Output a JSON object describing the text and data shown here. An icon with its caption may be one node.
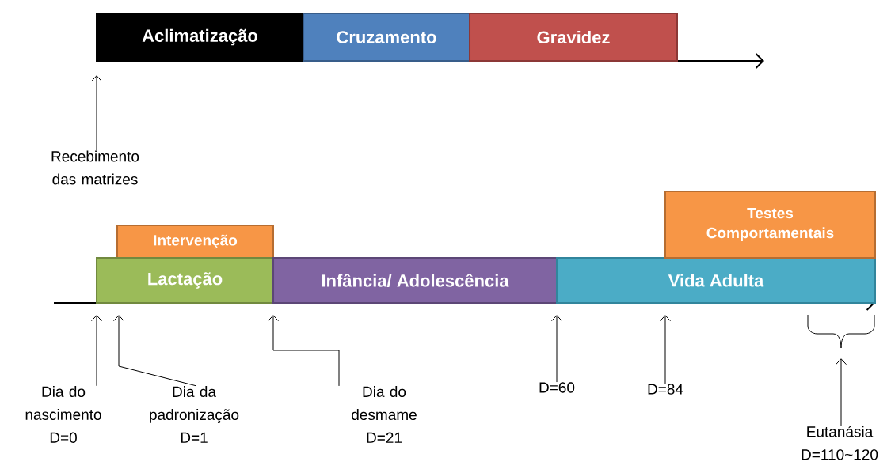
{
  "diagram": {
    "nodes": [
      {
        "text": [
          "Aclimatização"
        ]
      },
      {
        "text": [
          "Cruzamento"
        ]
      },
      {
        "text": [
          "Gravidez"
        ]
      },
      {
        "text": [
          "Recebimento das matrizes"
        ]
      },
      {
        "text": [
          "Intervenção"
        ]
      },
      {
        "text": [
          "Lactação"
        ]
      },
      {
        "text": [
          "Infância/ Adolescência"
        ]
      },
      {
        "text": [
          "Vida Adulta"
        ]
      },
      {
        "text": [
          "Testes Comportamentais"
        ]
      },
      {
        "text": [
          "Dia do nascimento D=0"
        ]
      },
      {
        "text": [
          "Dia da padronização D=1"
        ]
      },
      {
        "text": [
          "Dia do desmame D=21"
        ]
      },
      {
        "text": [
          "D=60"
        ]
      },
      {
        "text": [
          "D=84"
        ]
      },
      {
        "text": [
          "Eutanásia D=110~120"
        ]
      }
    ],
    "edges": [
      {
        "from": 3,
        "to": null,
        "arrow": "to"
      },
      {
        "from": 9,
        "to": null,
        "arrow": "to"
      },
      {
        "from": 10,
        "to": null,
        "arrow": "to"
      },
      {
        "from": 11,
        "to": null,
        "arrow": "to"
      },
      {
        "from": 12,
        "to": null,
        "arrow": "to"
      },
      {
        "from": 13,
        "to": null,
        "arrow": "to"
      },
      {
        "from": 14,
        "to": null,
        "arrow": "to"
      }
    ]
  }
}
